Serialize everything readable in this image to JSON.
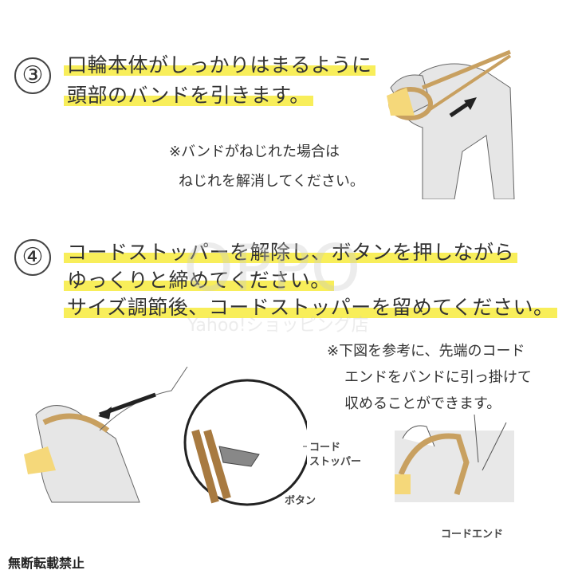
{
  "step3": {
    "number": "③",
    "lines": [
      "口輪本体がしっかりはまるように",
      "頭部のバンドを引きます。"
    ],
    "note": [
      "※バンドがねじれた場合は",
      "ねじれを解消してください。"
    ]
  },
  "step4": {
    "number": "④",
    "lines": [
      "コードストッパーを解除し、ボタンを押しながら",
      "ゆっくりと締めてください。",
      "サイズ調節後、コードストッパーを留めてください。"
    ],
    "note": [
      "※下図を参考に、先端のコード",
      "エンドをバンドに引っ掛けて",
      "収めることができます。"
    ]
  },
  "labels": {
    "cord_stopper": [
      "コード",
      "ストッパー"
    ],
    "button": "ボタン",
    "cord_end": "コードエンド"
  },
  "watermark": {
    "brand": "OPPO",
    "store": "Yahoo!ショッピング店"
  },
  "footer": "無断転載禁止",
  "colors": {
    "highlight": "#f8ee5a",
    "band": "#c8a060",
    "muzzle": "#f5d87a"
  }
}
